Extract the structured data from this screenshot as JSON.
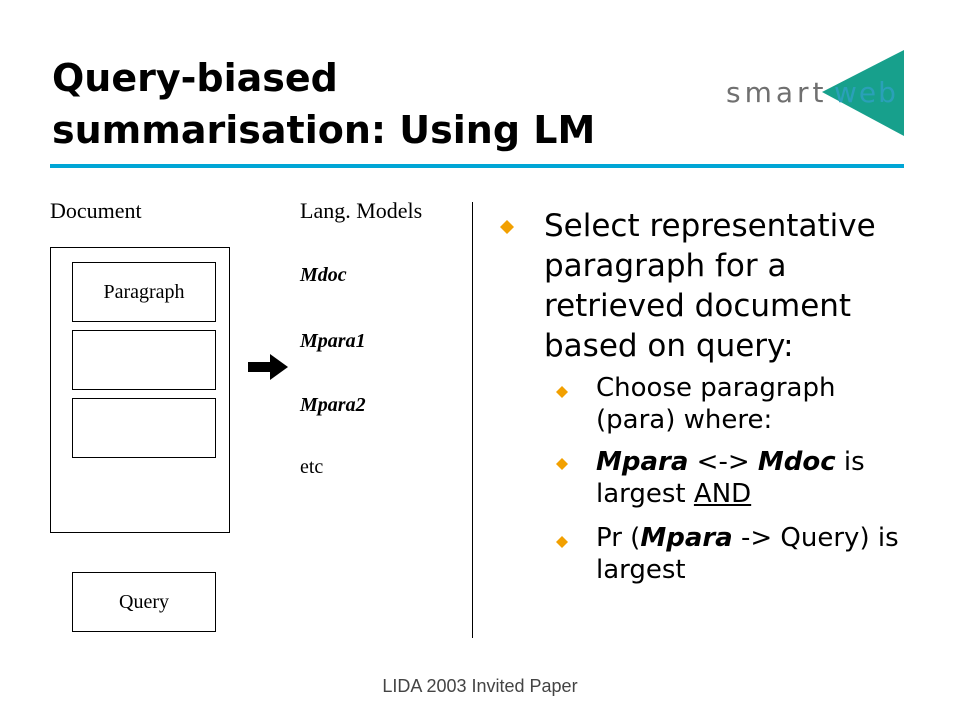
{
  "slide": {
    "title_line1": "Query-biased",
    "title_line2": "summarisation: Using LM",
    "footer": "LIDA 2003 Invited Paper"
  },
  "logo": {
    "part1": "smart",
    "part2": "web",
    "colors": {
      "smart": "#707070",
      "web": "#2aa0b8",
      "triangle": "#17a08c"
    }
  },
  "diagram": {
    "document_label": "Document",
    "models_label": "Lang. Models",
    "paragraph_label": "Paragraph",
    "query_label": "Query",
    "arrow_icon": "right-arrow-icon",
    "models": [
      "Mdoc",
      "Mpara1",
      "Mpara2",
      "etc"
    ]
  },
  "bullets": {
    "main": "Select representative paragraph for a retrieved document based on query:",
    "sub1": "Choose paragraph (para) where:",
    "sub2_em1": "Mpara",
    "sub2_mid": " <-> ",
    "sub2_em2": "Mdoc",
    "sub2_tail": " is largest ",
    "sub2_and": "AND",
    "sub3_a": "Pr (",
    "sub3_em": "Mpara",
    "sub3_b": " -> Query) is largest"
  },
  "colors": {
    "accent_rule": "#00a6d6",
    "bullet": "#f2a000"
  }
}
